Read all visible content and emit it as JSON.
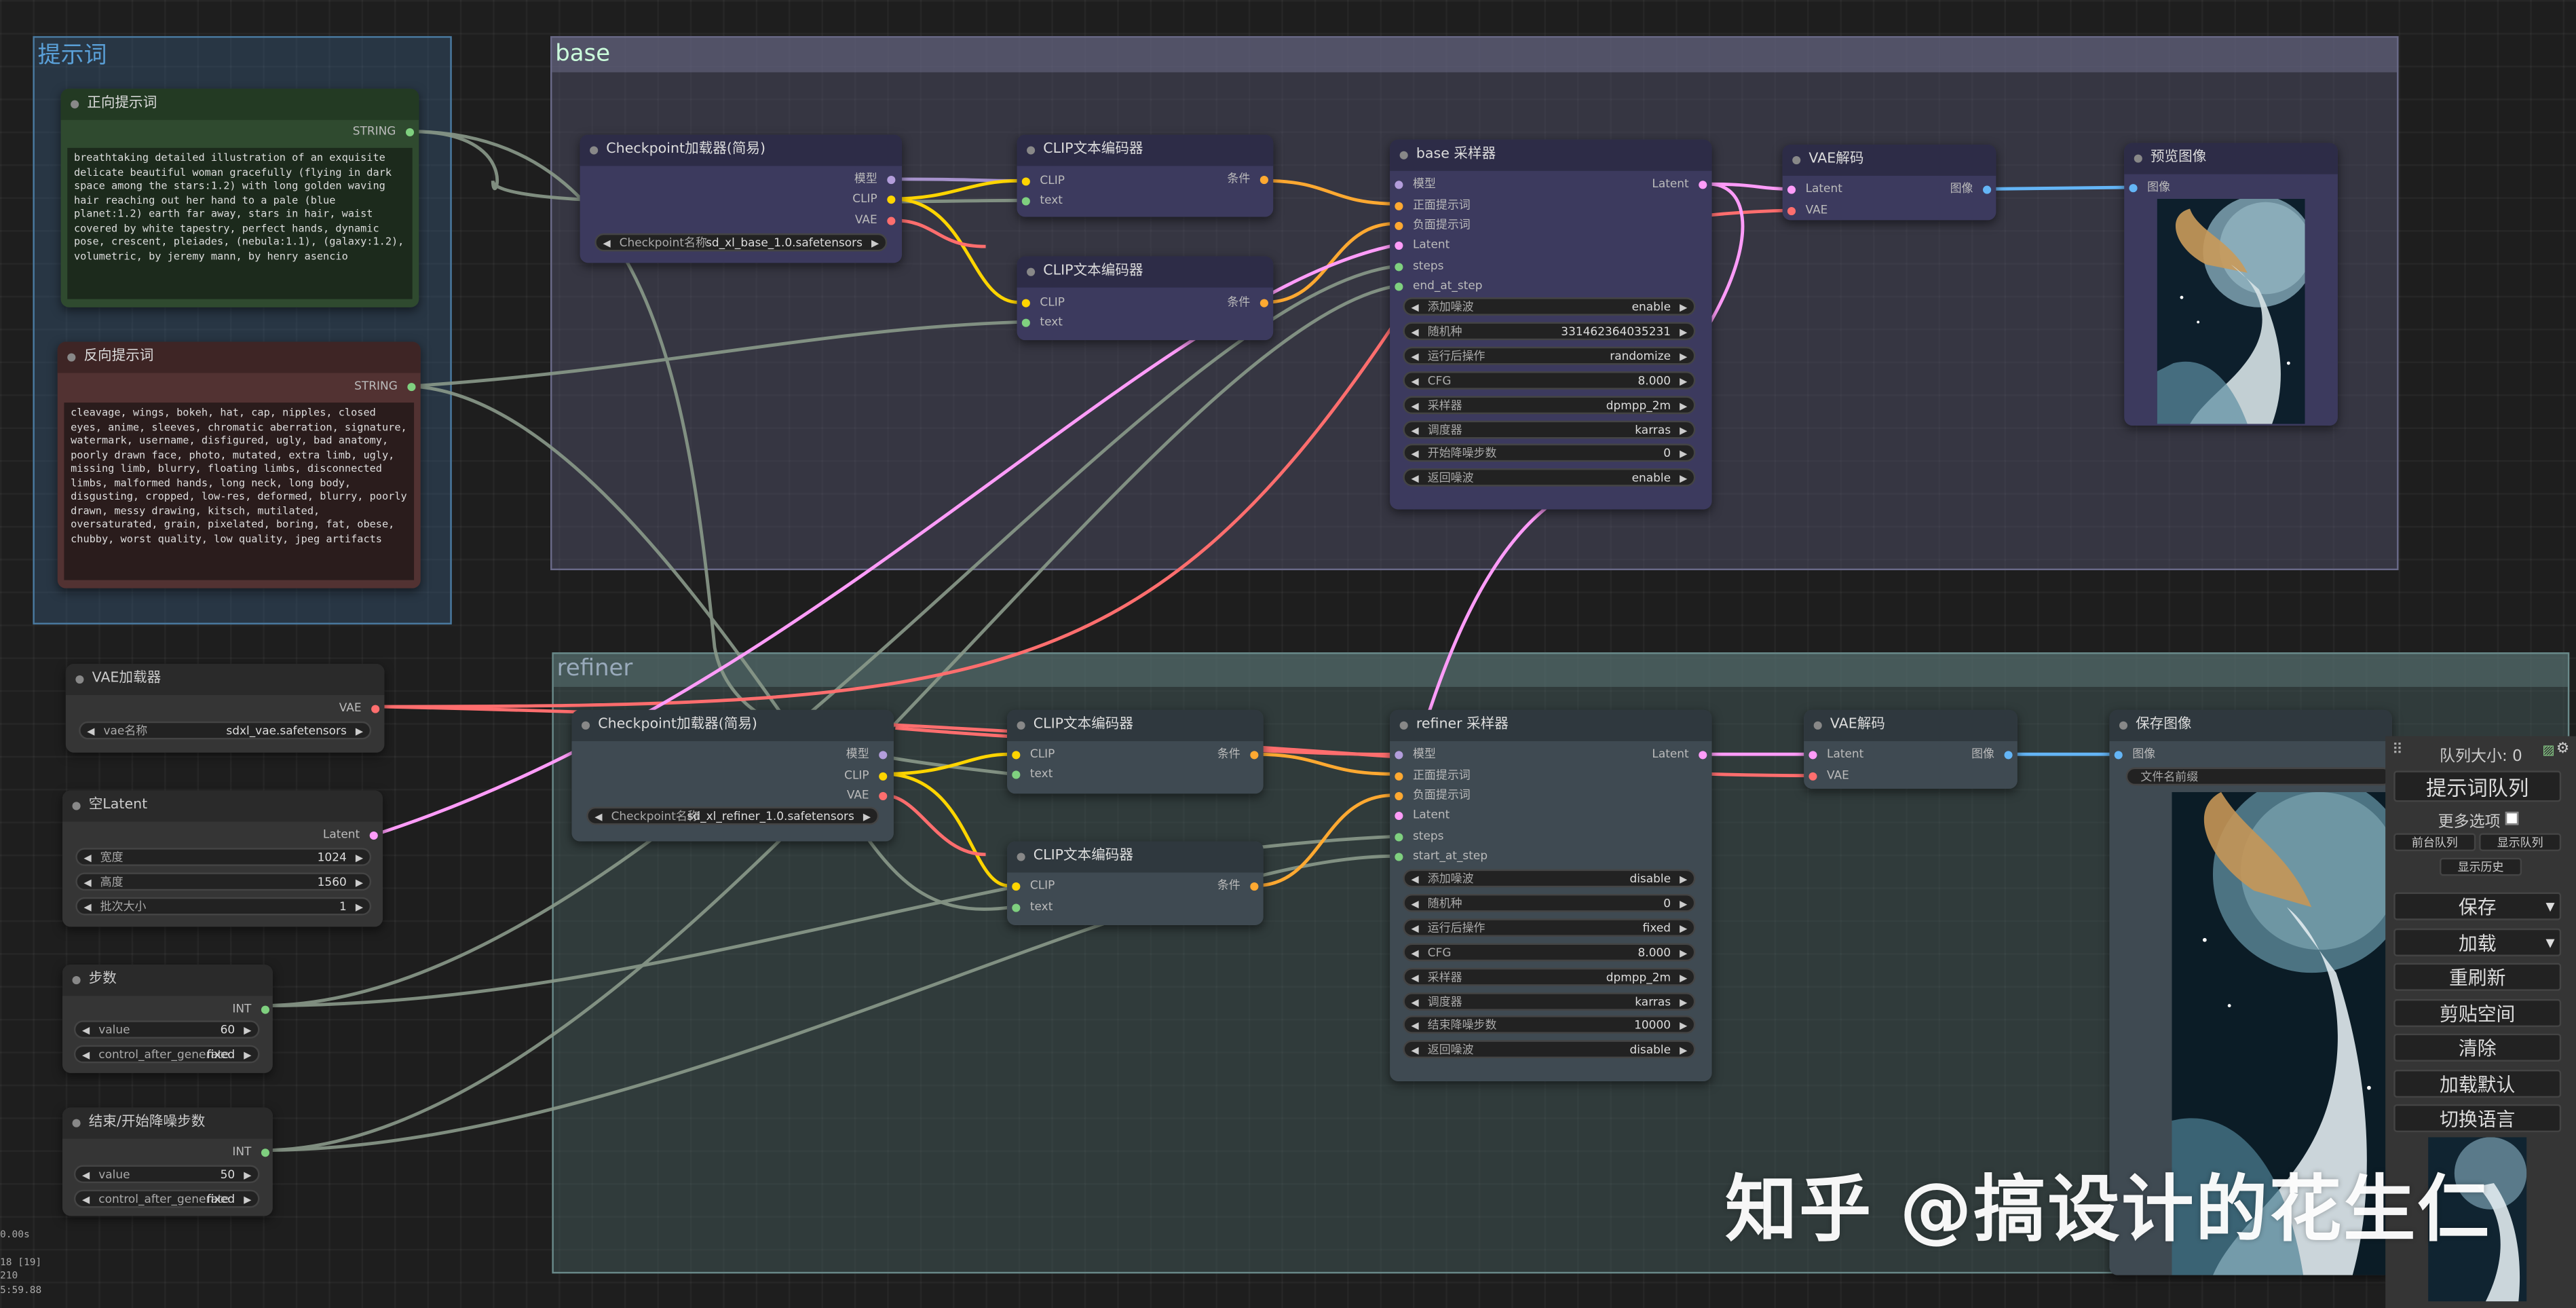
{
  "colors": {
    "clip": "#ffd500",
    "model": "#b39ddb",
    "vae": "#ff6e6e",
    "latent": "#ff9cf9",
    "conditioning": "#ffa931",
    "string": "#7fd07f",
    "int": "#7fd07f",
    "image": "#64b5f6",
    "link_gray": "#8a9a8a"
  },
  "groups": {
    "prompts": "提示词",
    "base": "base",
    "refiner": "refiner"
  },
  "pos_prompt": {
    "title": "正向提示词",
    "out": "STRING",
    "text": "breathtaking detailed illustration of an exquisite delicate beautiful woman gracefully (flying in dark space among the stars:1.2) with long golden waving hair reaching out her hand to a pale (blue planet:1.2) earth far away, stars in hair, waist covered by white tapestry, perfect hands, dynamic pose, crescent, pleiades, (nebula:1.1), (galaxy:1.2), volumetric, by jeremy mann, by henry asencio"
  },
  "neg_prompt": {
    "title": "反向提示词",
    "out": "STRING",
    "text": "cleavage, wings, bokeh, hat, cap, nipples, closed eyes, anime, sleeves, chromatic aberration, signature, watermark, username, disfigured, ugly, bad anatomy, poorly drawn face, photo, mutated, extra limb, ugly, missing limb, blurry, floating limbs, disconnected limbs, malformed hands, long neck, long body, disgusting, cropped, low-res, deformed, blurry, poorly drawn, messy drawing, kitsch, mutilated, oversaturated, grain, pixelated, boring, fat, obese, chubby, worst quality, low quality, jpeg artifacts"
  },
  "vae_loader": {
    "title": "VAE加载器",
    "out": "VAE",
    "w_label": "vae名称",
    "w_value": "sdxl_vae.safetensors"
  },
  "empty_latent": {
    "title": "空Latent",
    "out": "Latent",
    "w": [
      {
        "l": "宽度",
        "v": "1024"
      },
      {
        "l": "高度",
        "v": "1560"
      },
      {
        "l": "批次大小",
        "v": "1"
      }
    ]
  },
  "steps": {
    "title": "步数",
    "out": "INT",
    "w": [
      {
        "l": "value",
        "v": "60"
      },
      {
        "l": "control_after_generate",
        "v": "fixed"
      }
    ]
  },
  "end_steps": {
    "title": "结束/开始降噪步数",
    "out": "INT",
    "w": [
      {
        "l": "value",
        "v": "50"
      },
      {
        "l": "control_after_generate",
        "v": "fixed"
      }
    ]
  },
  "base_ckpt": {
    "title": "Checkpoint加载器(简易)",
    "outs": [
      "模型",
      "CLIP",
      "VAE"
    ],
    "w_label": "Checkpoint名称",
    "w_value": "sd_xl_base_1.0.safetensors"
  },
  "ref_ckpt": {
    "title": "Checkpoint加载器(简易)",
    "outs": [
      "模型",
      "CLIP",
      "VAE"
    ],
    "w_label": "Checkpoint名称",
    "w_value": "sd_xl_refiner_1.0.safetensors"
  },
  "clip_enc": {
    "title": "CLIP文本编码器",
    "in1": "CLIP",
    "in2": "text",
    "out": "条件"
  },
  "base_sampler": {
    "title": "base 采样器",
    "ins": [
      "模型",
      "正面提示词",
      "负面提示词",
      "Latent",
      "steps",
      "end_at_step"
    ],
    "out": "Latent",
    "w": [
      {
        "l": "添加噪波",
        "v": "enable"
      },
      {
        "l": "随机种",
        "v": "331462364035231"
      },
      {
        "l": "运行后操作",
        "v": "randomize"
      },
      {
        "l": "CFG",
        "v": "8.000"
      },
      {
        "l": "采样器",
        "v": "dpmpp_2m"
      },
      {
        "l": "调度器",
        "v": "karras"
      },
      {
        "l": "开始降噪步数",
        "v": "0"
      },
      {
        "l": "返回噪波",
        "v": "enable"
      }
    ]
  },
  "ref_sampler": {
    "title": "refiner 采样器",
    "ins": [
      "模型",
      "正面提示词",
      "负面提示词",
      "Latent",
      "steps",
      "start_at_step"
    ],
    "out": "Latent",
    "w": [
      {
        "l": "添加噪波",
        "v": "disable"
      },
      {
        "l": "随机种",
        "v": "0"
      },
      {
        "l": "运行后操作",
        "v": "fixed"
      },
      {
        "l": "CFG",
        "v": "8.000"
      },
      {
        "l": "采样器",
        "v": "dpmpp_2m"
      },
      {
        "l": "调度器",
        "v": "karras"
      },
      {
        "l": "结束降噪步数",
        "v": "10000"
      },
      {
        "l": "返回噪波",
        "v": "disable"
      }
    ]
  },
  "vae_decode": {
    "title": "VAE解码",
    "ins": [
      "Latent",
      "VAE"
    ],
    "out": "图像"
  },
  "preview": {
    "title": "预览图像",
    "in": "图像"
  },
  "save": {
    "title": "保存图像",
    "in": "图像",
    "w_value": "文件名前缀"
  },
  "menu": {
    "queue": "队列大小: 0",
    "queue_prompt": "提示词队列",
    "extra": "更多选项",
    "front": "前台队列",
    "view_queue": "显示队列",
    "history": "显示历史",
    "buttons": [
      "保存",
      "加载",
      "重刷新",
      "剪贴空间",
      "清除",
      "加载默认",
      "切换语言"
    ]
  },
  "watermark": "知乎 @搞设计的花生仁",
  "stats": [
    "0.00s",
    "18 [19]",
    "210",
    "5:59.88"
  ]
}
